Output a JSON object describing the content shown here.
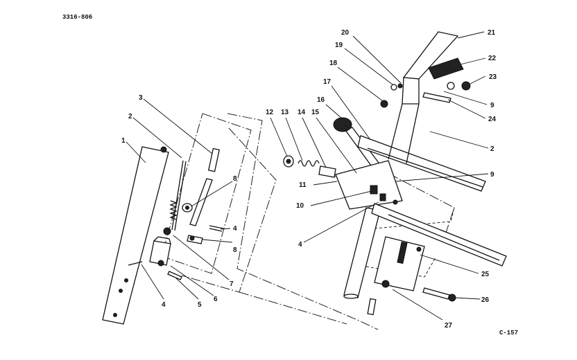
{
  "drawing_code": "3316-806",
  "drawing_ref": "C-157",
  "callouts": {
    "c1": "1",
    "c2a": "2",
    "c2b": "2",
    "c3": "3",
    "c4a": "4",
    "c4b": "4",
    "c4c": "4",
    "c5": "5",
    "c6": "6",
    "c7": "7",
    "c8a": "8",
    "c8b": "8",
    "c9a": "9",
    "c9b": "9",
    "c10": "10",
    "c11": "11",
    "c12": "12",
    "c13": "13",
    "c14": "14",
    "c15": "15",
    "c16": "16",
    "c17": "17",
    "c18": "18",
    "c19": "19",
    "c20": "20",
    "c21": "21",
    "c22": "22",
    "c23": "23",
    "c24": "24",
    "c25": "25",
    "c26": "26",
    "c27": "27"
  }
}
